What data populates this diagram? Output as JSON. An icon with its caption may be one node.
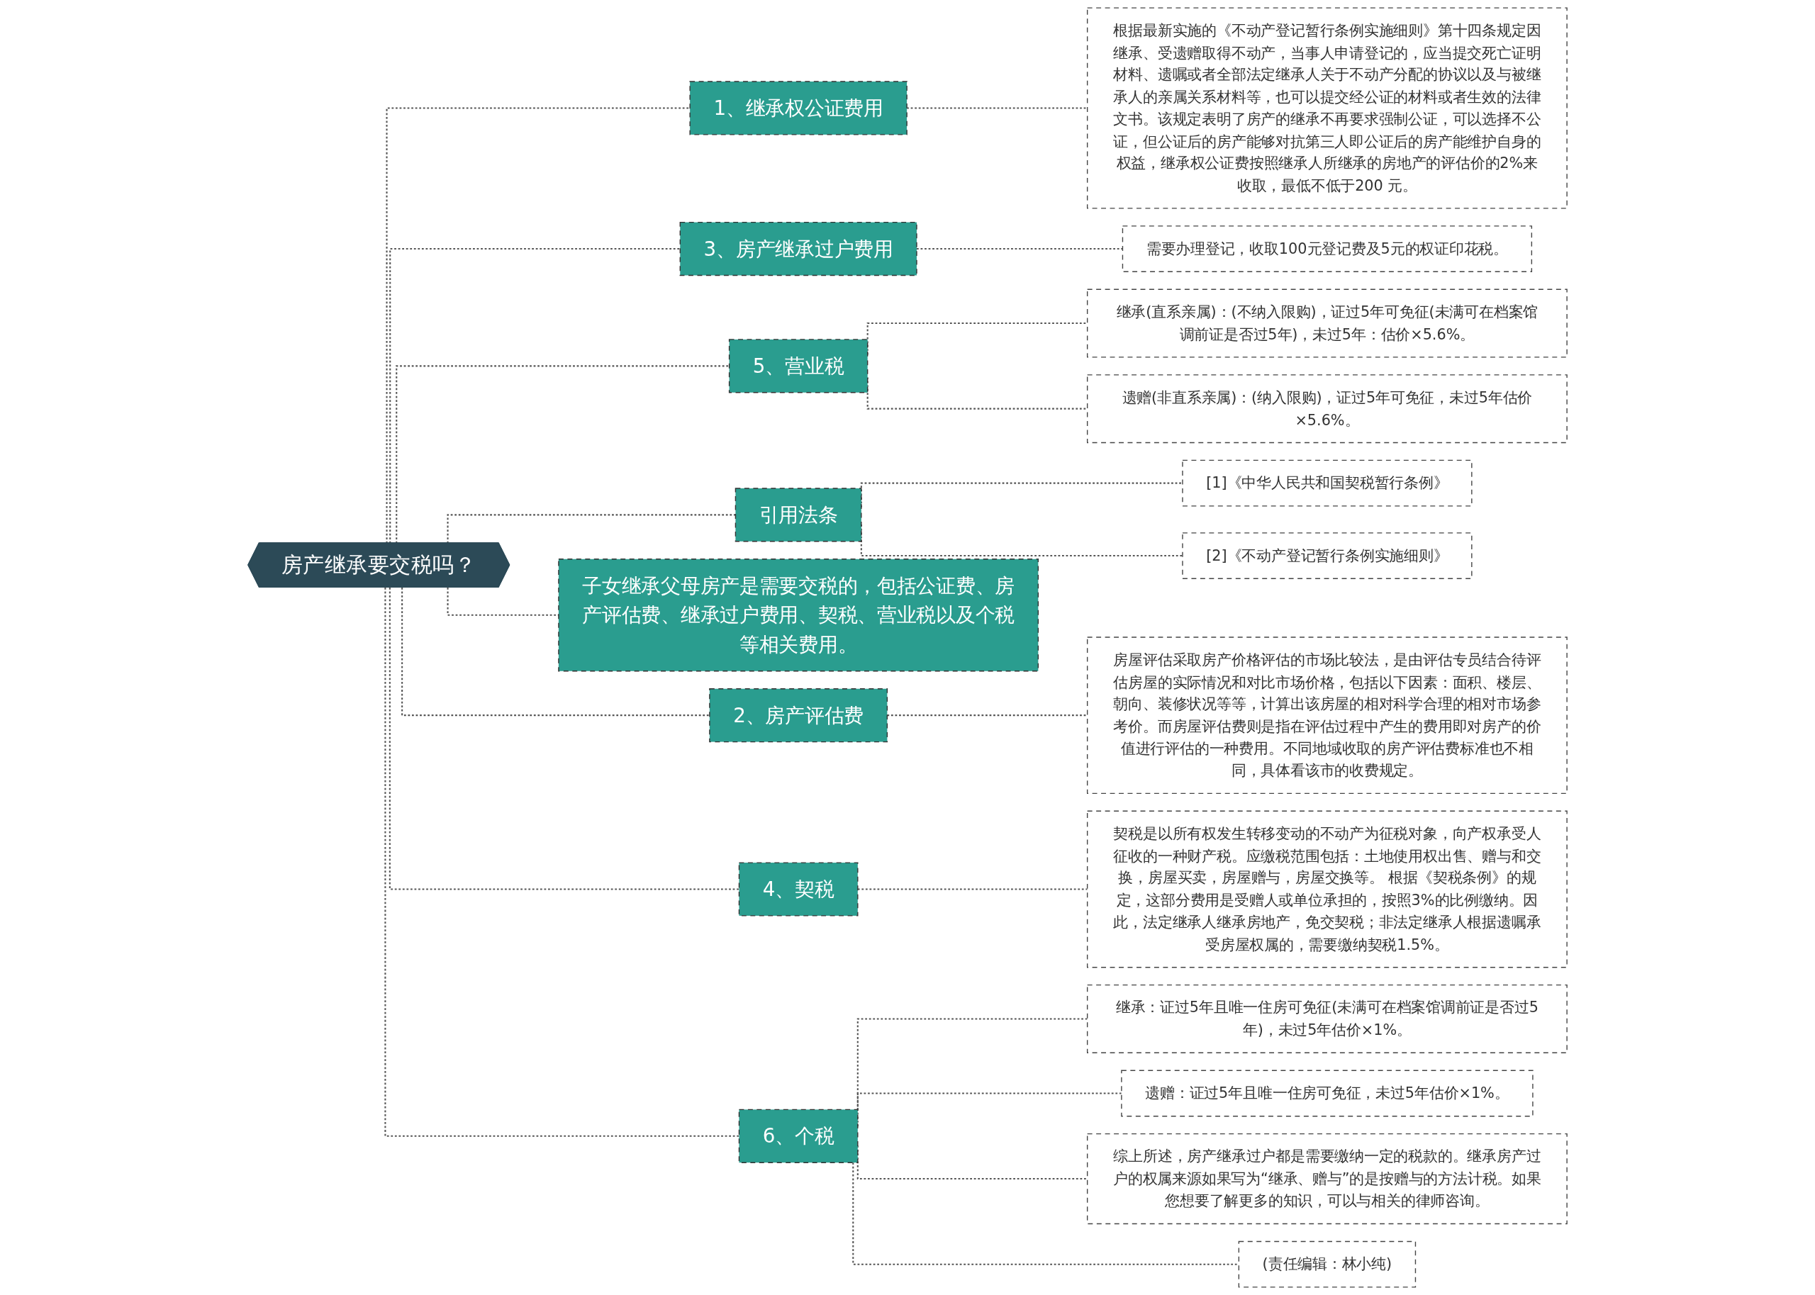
{
  "diagram": {
    "nodes": [
      {
        "text": [
          "房产继承要交税吗？"
        ]
      },
      {
        "text": [
          "1、继承权公证费用"
        ]
      },
      {
        "text": [
          "根据最新实施的《不动产登记暂行条例实施细则》第十四条规定因继承、受遗赠取得不动产，当事人申请登记的，应当提交死亡证明材料、遗嘱或者全部法定继承人关于不动产分配的协议以及与被继承人的亲属关系材料等，也可以提交经公证的材料或者生效的法律文书。该规定表明了房产的继承不再要求强制公证，可以选择不公证，但公证后的房产能够对抗第三人即公证后的房产能维护自身的权益，继承权公证费按照继承人所继承的房地产的评估价的2%来收取，最低不低于200 元。"
        ]
      },
      {
        "text": [
          "3、房产继承过户费用"
        ]
      },
      {
        "text": [
          "需要办理登记，收取100元登记费及5元的权证印花税。"
        ]
      },
      {
        "text": [
          "5、营业税"
        ]
      },
      {
        "text": [
          "继承(直系亲属)：(不纳入限购)，证过5年可免征(未满可在档案馆调前证是否过5年)，未过5年：估价×5.6%。"
        ]
      },
      {
        "text": [
          "遗赠(非直系亲属)：(纳入限购)，证过5年可免征，未过5年估价×5.6%。"
        ]
      },
      {
        "text": [
          "引用法条"
        ]
      },
      {
        "text": [
          "[1]《中华人民共和国契税暂行条例》"
        ]
      },
      {
        "text": [
          "[2]《不动产登记暂行条例实施细则》"
        ]
      },
      {
        "text": [
          "子女继承父母房产是需要交税的，包括公证费、房产评估费、继承过户费用、契税、营业税以及个税等相关费用。"
        ]
      },
      {
        "text": [
          "2、房产评估费"
        ]
      },
      {
        "text": [
          "房屋评估采取房产价格评估的市场比较法，是由评估专员结合待评估房屋的实际情况和对比市场价格，包括以下因素：面积、楼层、朝向、装修状况等等，计算出该房屋的相对科学合理的相对市场参考价。而房屋评估费则是指在评估过程中产生的费用即对房产的价值进行评估的一种费用。不同地域收取的房产评估费标准也不相同，具体看该市的收费规定。"
        ]
      },
      {
        "text": [
          "4、契税"
        ]
      },
      {
        "text": [
          "契税是以所有权发生转移变动的不动产为征税对象，向产权承受人征收的一种财产税。应缴税范围包括：土地使用权出售、赠与和交换，房屋买卖，房屋赠与，房屋交换等。 根据《契税条例》的规定，这部分费用是受赠人或单位承担的，按照3%的比例缴纳。因此，法定继承人继承房地产，免交契税；非法定继承人根据遗嘱承受房屋权属的，需要缴纳契税1.5%。"
        ]
      },
      {
        "text": [
          "6、个税"
        ]
      },
      {
        "text": [
          "继承：证过5年且唯一住房可免征(未满可在档案馆调前证是否过5年)，未过5年估价×1%。"
        ]
      },
      {
        "text": [
          "遗赠：证过5年且唯一住房可免征，未过5年估价×1%。"
        ]
      },
      {
        "text": [
          "综上所述，房产继承过户都是需要缴纳一定的税款的。继承房产过户的权属来源如果写为“继承、赠与”的是按赠与的方法计税。如果您想要了解更多的知识，可以与相关的律师咨询。"
        ]
      },
      {
        "text": [
          "(责任编辑：林小纯)"
        ]
      }
    ],
    "edges": [
      {
        "from": 0,
        "to": 1,
        "arrow": "none",
        "style": "dashed"
      },
      {
        "from": 1,
        "to": 2,
        "arrow": "none",
        "style": "dashed"
      },
      {
        "from": 0,
        "to": 3,
        "arrow": "none",
        "style": "dashed"
      },
      {
        "from": 3,
        "to": 4,
        "arrow": "none",
        "style": "dashed"
      },
      {
        "from": 0,
        "to": 5,
        "arrow": "none",
        "style": "dashed"
      },
      {
        "from": 5,
        "to": 6,
        "arrow": "none",
        "style": "dashed"
      },
      {
        "from": 5,
        "to": 7,
        "arrow": "none",
        "style": "dashed"
      },
      {
        "from": 0,
        "to": 8,
        "arrow": "none",
        "style": "dashed"
      },
      {
        "from": 8,
        "to": 9,
        "arrow": "none",
        "style": "dashed"
      },
      {
        "from": 8,
        "to": 10,
        "arrow": "none",
        "style": "dashed"
      },
      {
        "from": 0,
        "to": 11,
        "arrow": "none",
        "style": "dashed"
      },
      {
        "from": 0,
        "to": 12,
        "arrow": "none",
        "style": "dashed"
      },
      {
        "from": 12,
        "to": 13,
        "arrow": "none",
        "style": "dashed"
      },
      {
        "from": 0,
        "to": 14,
        "arrow": "none",
        "style": "dashed"
      },
      {
        "from": 14,
        "to": 15,
        "arrow": "none",
        "style": "dashed"
      },
      {
        "from": 0,
        "to": 16,
        "arrow": "none",
        "style": "dashed"
      },
      {
        "from": 16,
        "to": 17,
        "arrow": "none",
        "style": "dashed"
      },
      {
        "from": 16,
        "to": 18,
        "arrow": "none",
        "style": "dashed"
      },
      {
        "from": 16,
        "to": 19,
        "arrow": "none",
        "style": "dashed"
      },
      {
        "from": 16,
        "to": 20,
        "arrow": "none",
        "style": "dashed"
      }
    ]
  }
}
